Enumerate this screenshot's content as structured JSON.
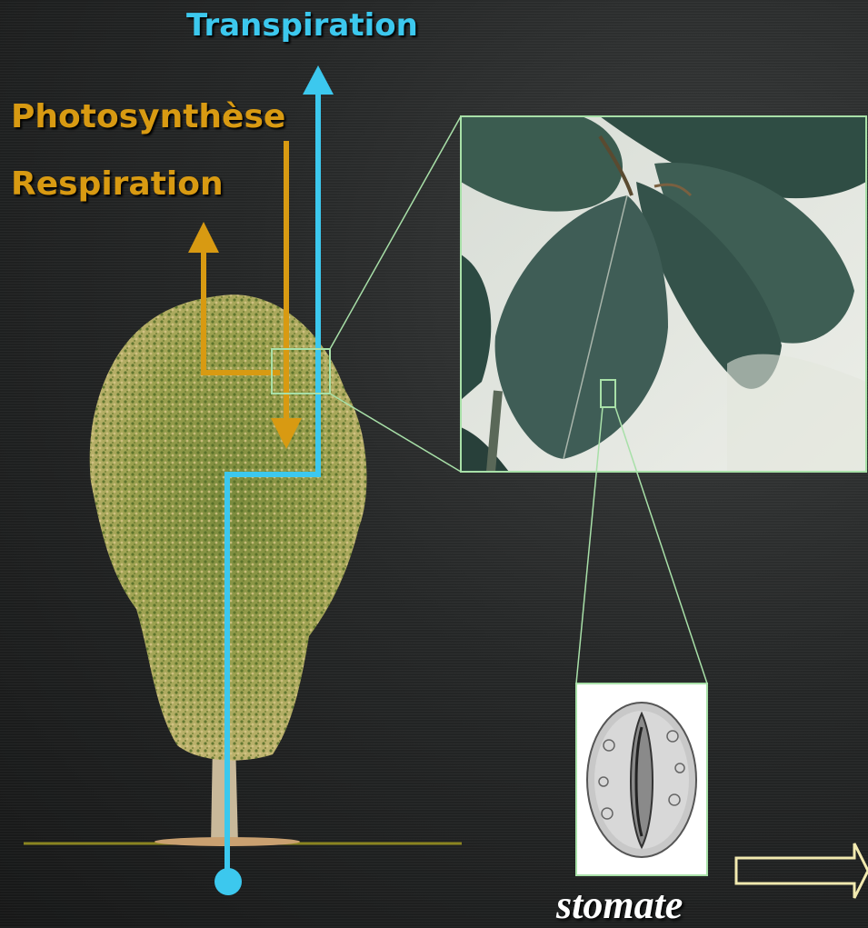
{
  "labels": {
    "transpiration": "Transpiration",
    "photosynthese": "Photosynthèse",
    "respiration": "Respiration",
    "stomate": "stomate"
  },
  "colors": {
    "transpiration": "#3cc8ee",
    "photosynthese": "#d89a12",
    "ground": "#8a8420",
    "zoom_frame": "#a8e0a8"
  },
  "icons": {
    "tree": "tree-illustration",
    "leaf": "leaf-photo",
    "stomate": "stomate-drawing",
    "arrow": "hollow-right-arrow"
  }
}
